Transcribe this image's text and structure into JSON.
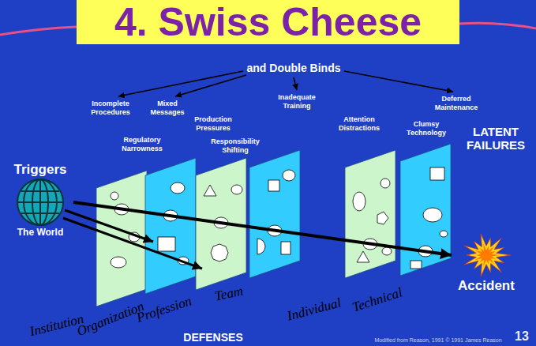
{
  "diagram": {
    "title": "4. Swiss Cheese",
    "nodes": [
      {
        "text": [
          "Triggers",
          "The World"
        ]
      },
      {
        "text": [
          "Accident"
        ]
      }
    ],
    "edges": [
      {
        "from": 0,
        "to": 1,
        "arrow": "to"
      }
    ],
    "labels": [
      "and Double Binds",
      "Incomplete Procedures",
      "Mixed Messages",
      "Production Pressures",
      "Regulatory Narrowness",
      "Responsibility Shifting",
      "Inadequate Training",
      "Attention Distractions",
      "Clumsy Technology",
      "Deferred Maintenance",
      "LATENT FAILURES",
      "Institution",
      "Organization",
      "Profession",
      "Team",
      "Individual",
      "Technical",
      "DEFENSES",
      "Modified from Reason, 1991 © 1991 James Reason",
      "13"
    ]
  }
}
